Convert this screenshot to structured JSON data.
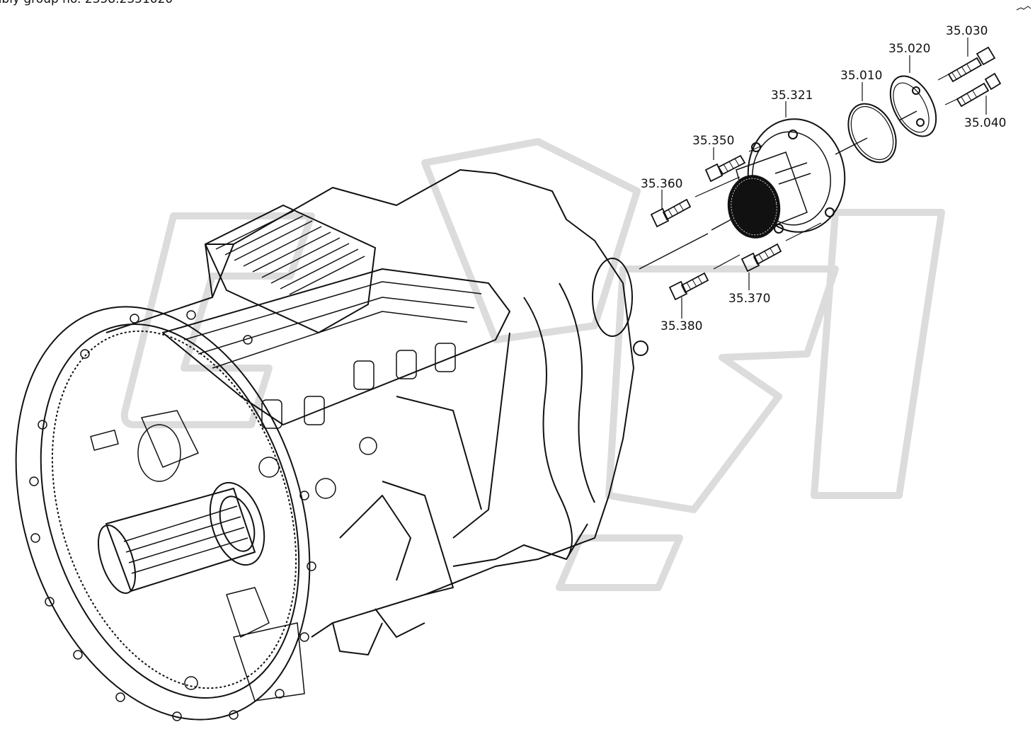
{
  "header": {
    "assembly_caption": "ably group no. 2358.2351020"
  },
  "colors": {
    "line": "#111111",
    "watermark": "#dcdcdc",
    "background": "#ffffff"
  },
  "callouts": [
    {
      "id": "35030",
      "label": "35.030"
    },
    {
      "id": "35020",
      "label": "35.020"
    },
    {
      "id": "35010",
      "label": "35.010"
    },
    {
      "id": "35321",
      "label": "35.321"
    },
    {
      "id": "35040",
      "label": "35.040"
    },
    {
      "id": "35350",
      "label": "35.350"
    },
    {
      "id": "35360",
      "label": "35.360"
    },
    {
      "id": "35370",
      "label": "35.370"
    },
    {
      "id": "35380",
      "label": "35.380"
    }
  ]
}
